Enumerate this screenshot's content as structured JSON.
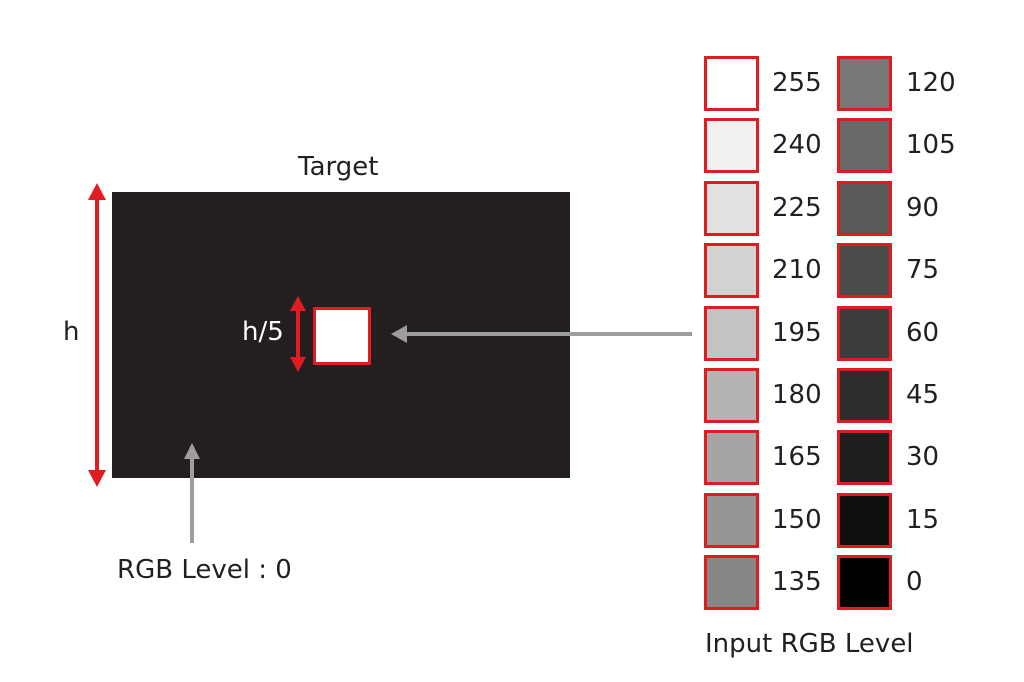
{
  "diagram": {
    "target_label": "Target",
    "h_label": "h",
    "h5_label": "h/5",
    "rgb_level_label": "RGB Level : 0",
    "input_rgb_label": "Input RGB Level"
  },
  "colors": {
    "accent_red": "#e11b22",
    "arrow_gray": "#9d9d9d",
    "background_black": "#231f20"
  },
  "swatches": {
    "left_column": [
      {
        "label": "255",
        "value": 255
      },
      {
        "label": "240",
        "value": 240
      },
      {
        "label": "225",
        "value": 225
      },
      {
        "label": "210",
        "value": 210
      },
      {
        "label": "195",
        "value": 195
      },
      {
        "label": "180",
        "value": 180
      },
      {
        "label": "165",
        "value": 165
      },
      {
        "label": "150",
        "value": 150
      },
      {
        "label": "135",
        "value": 135
      }
    ],
    "right_column": [
      {
        "label": "120",
        "value": 120
      },
      {
        "label": "105",
        "value": 105
      },
      {
        "label": "90",
        "value": 90
      },
      {
        "label": "75",
        "value": 75
      },
      {
        "label": "60",
        "value": 60
      },
      {
        "label": "45",
        "value": 45
      },
      {
        "label": "30",
        "value": 30
      },
      {
        "label": "15",
        "value": 15
      },
      {
        "label": "0",
        "value": 0
      }
    ]
  }
}
